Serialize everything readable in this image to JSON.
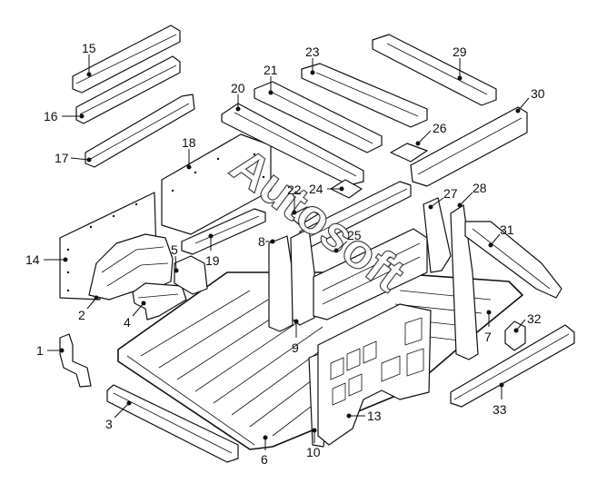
{
  "watermark": {
    "text": "Autosoft"
  },
  "callouts": [
    {
      "id": "1",
      "label": "1"
    },
    {
      "id": "2",
      "label": "2"
    },
    {
      "id": "3",
      "label": "3"
    },
    {
      "id": "4",
      "label": "4"
    },
    {
      "id": "5",
      "label": "5"
    },
    {
      "id": "6",
      "label": "6"
    },
    {
      "id": "7",
      "label": "7"
    },
    {
      "id": "8",
      "label": "8"
    },
    {
      "id": "9",
      "label": "9"
    },
    {
      "id": "10",
      "label": "10"
    },
    {
      "id": "13",
      "label": "13"
    },
    {
      "id": "14",
      "label": "14"
    },
    {
      "id": "15",
      "label": "15"
    },
    {
      "id": "16",
      "label": "16"
    },
    {
      "id": "17",
      "label": "17"
    },
    {
      "id": "18",
      "label": "18"
    },
    {
      "id": "19",
      "label": "19"
    },
    {
      "id": "20",
      "label": "20"
    },
    {
      "id": "21",
      "label": "21"
    },
    {
      "id": "22",
      "label": "22"
    },
    {
      "id": "23",
      "label": "23"
    },
    {
      "id": "24",
      "label": "24"
    },
    {
      "id": "25",
      "label": "25"
    },
    {
      "id": "26",
      "label": "26"
    },
    {
      "id": "27",
      "label": "27"
    },
    {
      "id": "28",
      "label": "28"
    },
    {
      "id": "29",
      "label": "29"
    },
    {
      "id": "30",
      "label": "30"
    },
    {
      "id": "31",
      "label": "31"
    },
    {
      "id": "32",
      "label": "32"
    },
    {
      "id": "33",
      "label": "33"
    }
  ]
}
